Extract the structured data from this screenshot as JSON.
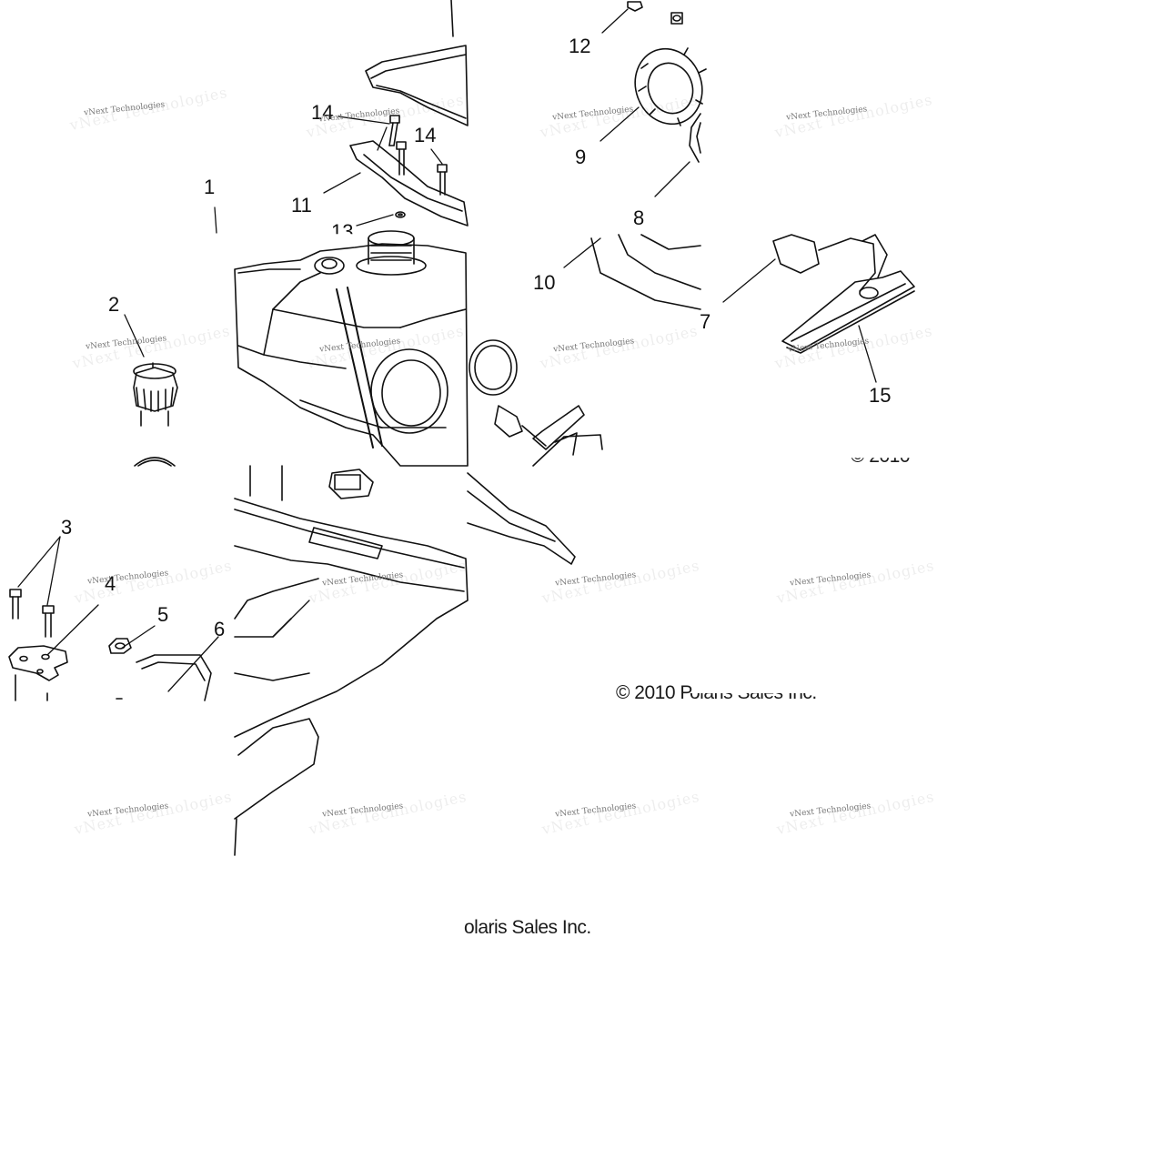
{
  "diagram": {
    "callouts": [
      "1",
      "2",
      "3",
      "4",
      "5",
      "6",
      "7",
      "8",
      "9",
      "10",
      "11",
      "12",
      "13",
      "14",
      "14",
      "15"
    ],
    "copyright_partial_a": "© 2010 P",
    "copyright_partial_a_tail": "olaris Sales Inc.",
    "copyright_partial_b": "olaris Sales Inc.",
    "copyright_partial_c": "© 2010",
    "watermark_text": "vNext Technologies",
    "line_color": "#111111",
    "background_color": "#ffffff"
  }
}
